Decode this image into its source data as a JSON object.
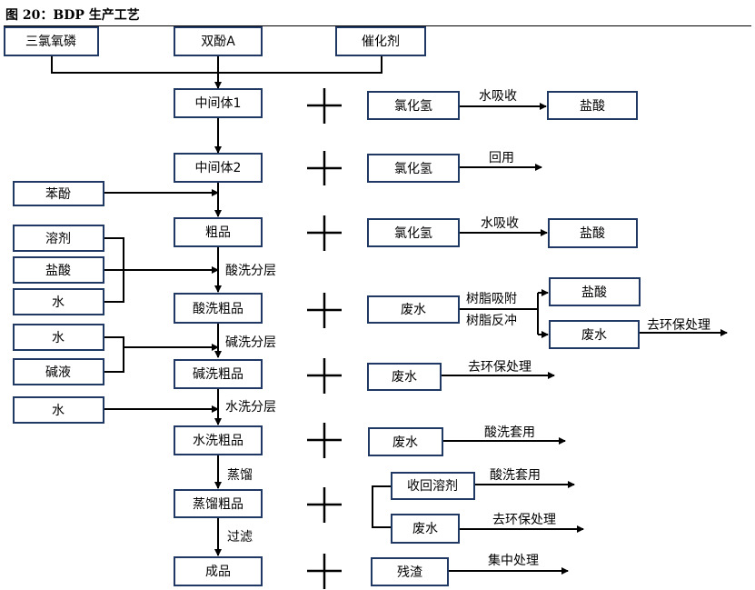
{
  "header": {
    "title": "图 20：BDP 生产工艺"
  },
  "raw": [
    "三氯氧磷",
    "双酚A",
    "催化剂"
  ],
  "main": [
    "中间体1",
    "中间体2",
    "粗品",
    "酸洗粗品",
    "碱洗粗品",
    "水洗粗品",
    "蒸馏粗品",
    "成品"
  ],
  "steps": [
    "酸洗分层",
    "碱洗分层",
    "水洗分层",
    "蒸馏",
    "过滤"
  ],
  "inputs": [
    "苯酚",
    "溶剂",
    "盐酸",
    "水",
    "水",
    "碱液",
    "水"
  ],
  "byproducts": [
    "氯化氢",
    "氯化氢",
    "氯化氢",
    "废水",
    "废水",
    "废水",
    "收回溶剂",
    "废水",
    "残渣"
  ],
  "treat_boxes": [
    "盐酸",
    "盐酸",
    "盐酸",
    "废水"
  ],
  "treat_labels": [
    "水吸收",
    "回用",
    "水吸收",
    "树脂吸附",
    "树脂反冲",
    "去环保处理",
    "去环保处理",
    "酸洗套用",
    "酸洗套用",
    "去环保处理",
    "集中处理"
  ]
}
